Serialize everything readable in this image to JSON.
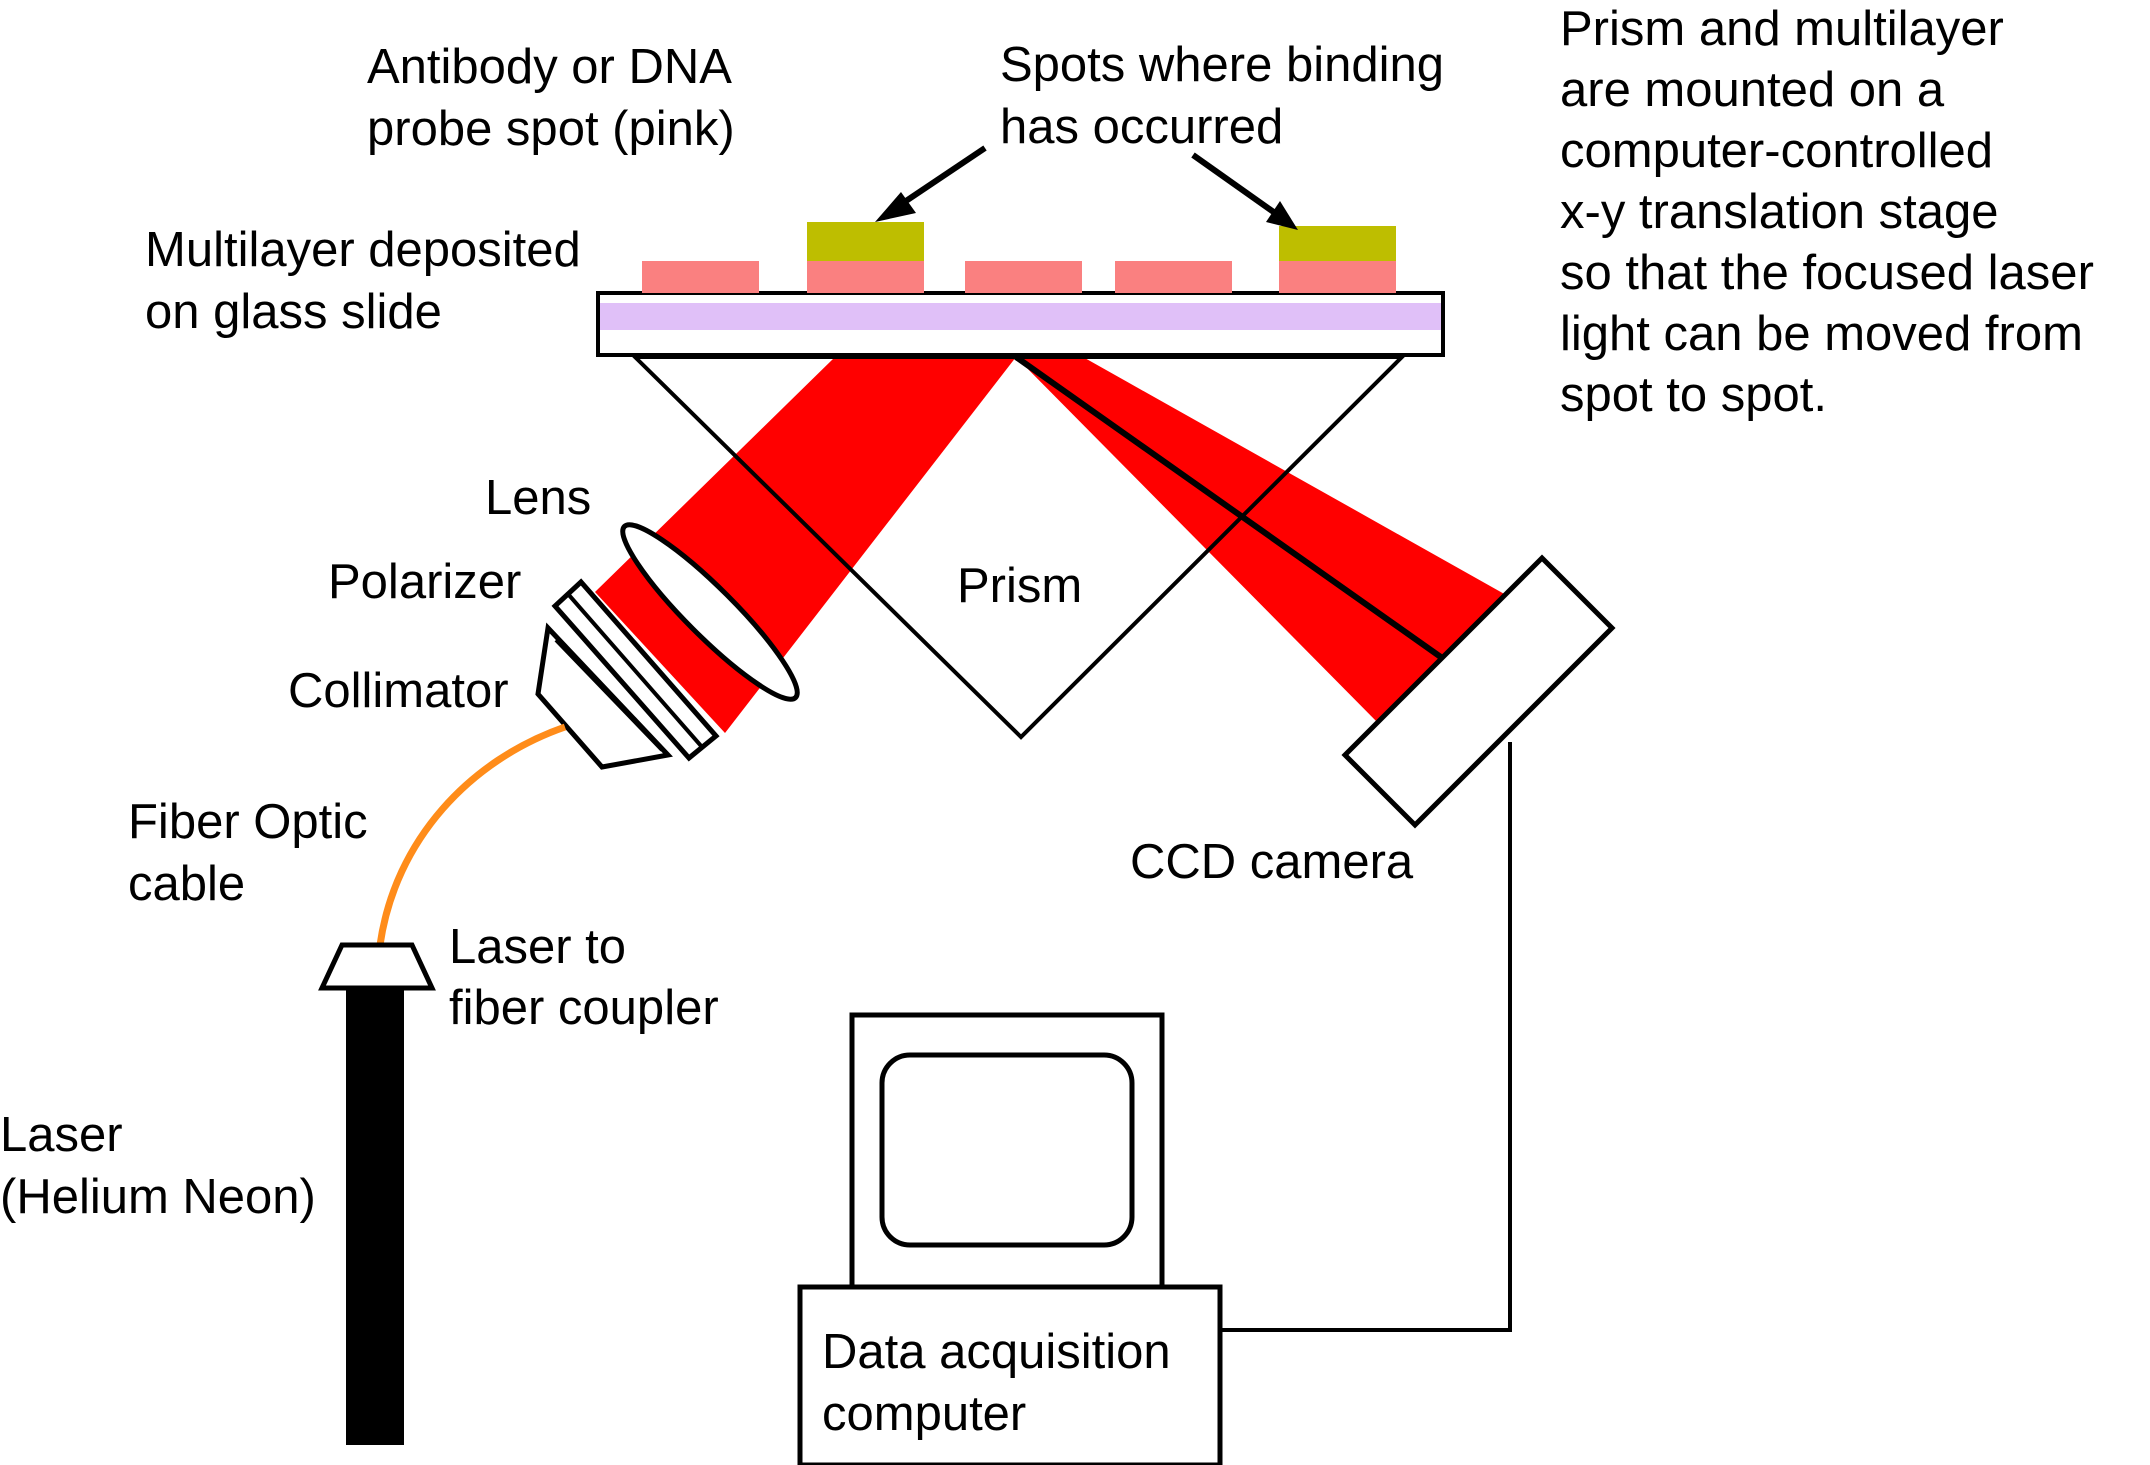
{
  "labels": {
    "probe_spot": [
      "Antibody or DNA",
      "probe spot (pink)"
    ],
    "binding_spots": [
      "Spots where binding",
      "has occurred"
    ],
    "stage_note": [
      "Prism and multilayer",
      "are mounted on a",
      "computer-controlled",
      "x-y translation stage",
      "so that the focused laser",
      "light can be moved from",
      "spot to spot."
    ],
    "multilayer": [
      "Multilayer deposited",
      "on glass slide"
    ],
    "lens": "Lens",
    "polarizer": "Polarizer",
    "collimator": "Collimator",
    "prism": "Prism",
    "fiber_optic": [
      "Fiber Optic",
      "cable"
    ],
    "coupler": [
      "Laser to",
      "fiber coupler"
    ],
    "ccd_camera": "CCD camera",
    "laser": [
      "Laser",
      "(Helium Neon)"
    ],
    "computer": [
      "Data acquisition",
      "computer"
    ]
  },
  "colors": {
    "probe_spot": "#fa8080",
    "bound_layer": "#bebe00",
    "glass_slide": "#e0c0f8",
    "laser_beam": "#ff0000",
    "fiber_cable": "#ff8c1a",
    "outline": "#000000"
  }
}
